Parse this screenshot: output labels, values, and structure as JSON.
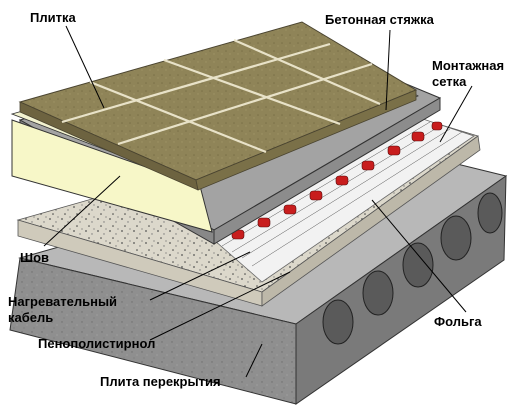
{
  "labels": {
    "tile": "Плитка",
    "screed": "Бетонная стяжка",
    "mesh_line1": "Монтажная",
    "mesh_line2": "сетка",
    "seam": "Шов",
    "cable_line1": "Нагревательный",
    "cable_line2": "кабель",
    "foam": "Пенополистирнол",
    "foil": "Фольга",
    "slab": "Плита перекрытия"
  },
  "colors": {
    "tile": "#8f8458",
    "tile_dark": "#6d6340",
    "screed": "#9c9c9c",
    "screed_side": "#7d7d7d",
    "mesh_band": "#eeeeee",
    "insulation": "#f7f7c8",
    "foam": "#ddd9cc",
    "slab_top": "#b5b5b5",
    "slab_front": "#8a8a8a",
    "slab_side": "#6f6f6f",
    "cable": "#c81d1d",
    "leader": "#000000"
  }
}
